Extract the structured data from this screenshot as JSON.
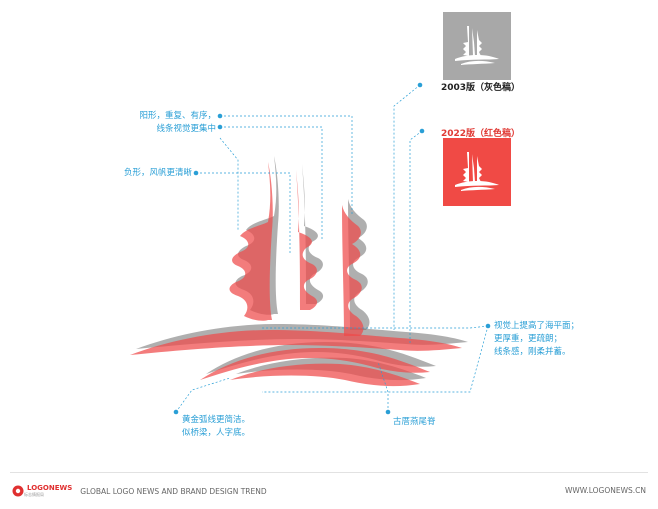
{
  "annotations": {
    "yin_form": [
      "阳形，重复、有序，",
      "线条视觉更集中"
    ],
    "negative_form": [
      "负形，风帆更清晰"
    ],
    "sea_level": [
      "视觉上提高了海平面；",
      "更厚重，更疏朗；",
      "线条感，刚柔并蓄。"
    ],
    "golden_arc": [
      "黄金弧线更简洁。",
      "似桥梁，人字底。"
    ],
    "swallow_tail": [
      "古厝燕尾脊"
    ]
  },
  "versions": {
    "v2003": {
      "label": "2003版（灰色稿）",
      "color": "#a8a8a8"
    },
    "v2022": {
      "label": "2022版（红色稿）",
      "color": "#f04a45"
    }
  },
  "footer": {
    "brand_logo": "LOGONEWS",
    "brand_sub": "标志情报局",
    "tagline": "GLOBAL LOGO NEWS AND BRAND DESIGN TREND",
    "website": "WWW.LOGONEWS.CN"
  },
  "colors": {
    "leader": "#2a9fd6",
    "red": "#ef4a4a",
    "gray": "#6e6e6e"
  }
}
